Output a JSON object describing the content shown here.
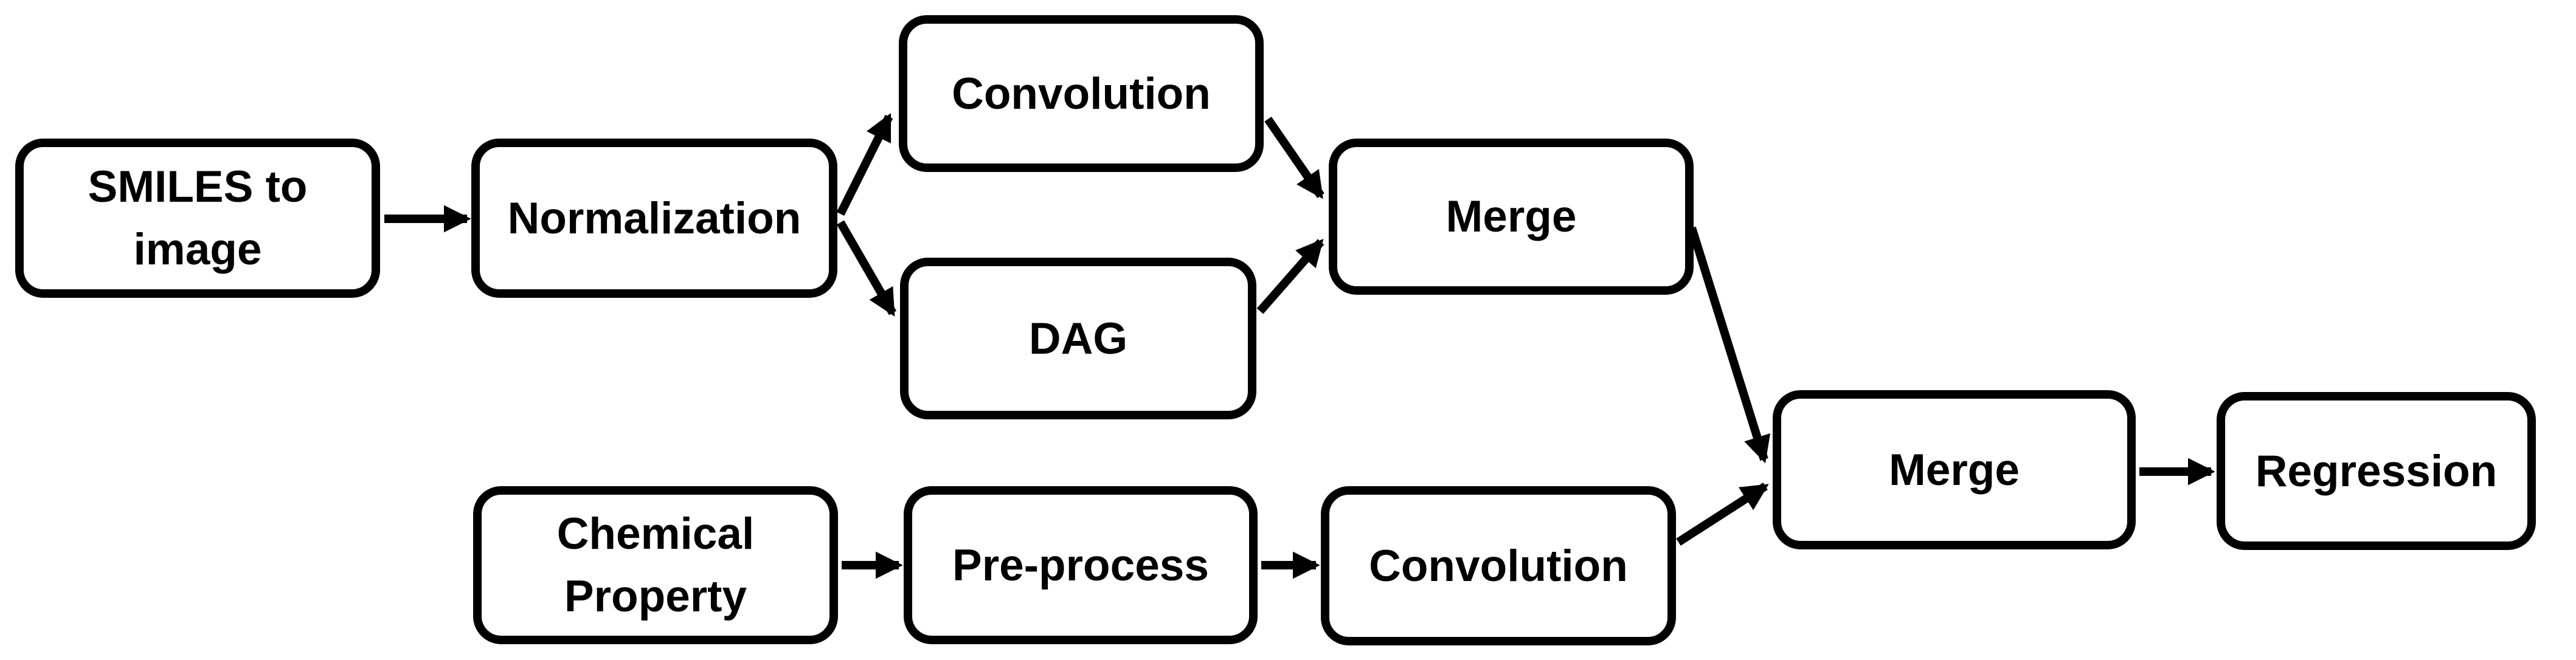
{
  "diagram": {
    "type": "flowchart",
    "background_color": "#ffffff",
    "node_fill_color": "#ffffff",
    "node_border_color": "#000000",
    "text_color": "#000000",
    "arrow_color": "#000000",
    "nodes": [
      {
        "id": "smiles-to-image",
        "label": "SMILES to image",
        "lines": [
          "SMILES to",
          "image"
        ]
      },
      {
        "id": "normalization",
        "label": "Normalization",
        "lines": [
          "Normalization"
        ]
      },
      {
        "id": "convolution-top",
        "label": "Convolution",
        "lines": [
          "Convolution"
        ]
      },
      {
        "id": "dag",
        "label": "DAG",
        "lines": [
          "DAG"
        ]
      },
      {
        "id": "merge-1",
        "label": "Merge",
        "lines": [
          "Merge"
        ]
      },
      {
        "id": "chemical-property",
        "label": "Chemical Property",
        "lines": [
          "Chemical",
          "Property"
        ]
      },
      {
        "id": "pre-process",
        "label": "Pre-process",
        "lines": [
          "Pre-process"
        ]
      },
      {
        "id": "convolution-bottom",
        "label": "Convolution",
        "lines": [
          "Convolution"
        ]
      },
      {
        "id": "merge-2",
        "label": "Merge",
        "lines": [
          "Merge"
        ]
      },
      {
        "id": "regression",
        "label": "Regression",
        "lines": [
          "Regression"
        ]
      }
    ],
    "edges": [
      {
        "from": "smiles-to-image",
        "to": "normalization"
      },
      {
        "from": "normalization",
        "to": "convolution-top"
      },
      {
        "from": "normalization",
        "to": "dag"
      },
      {
        "from": "convolution-top",
        "to": "merge-1"
      },
      {
        "from": "dag",
        "to": "merge-1"
      },
      {
        "from": "chemical-property",
        "to": "pre-process"
      },
      {
        "from": "pre-process",
        "to": "convolution-bottom"
      },
      {
        "from": "convolution-bottom",
        "to": "merge-2"
      },
      {
        "from": "merge-1",
        "to": "merge-2"
      },
      {
        "from": "merge-2",
        "to": "regression"
      }
    ]
  }
}
